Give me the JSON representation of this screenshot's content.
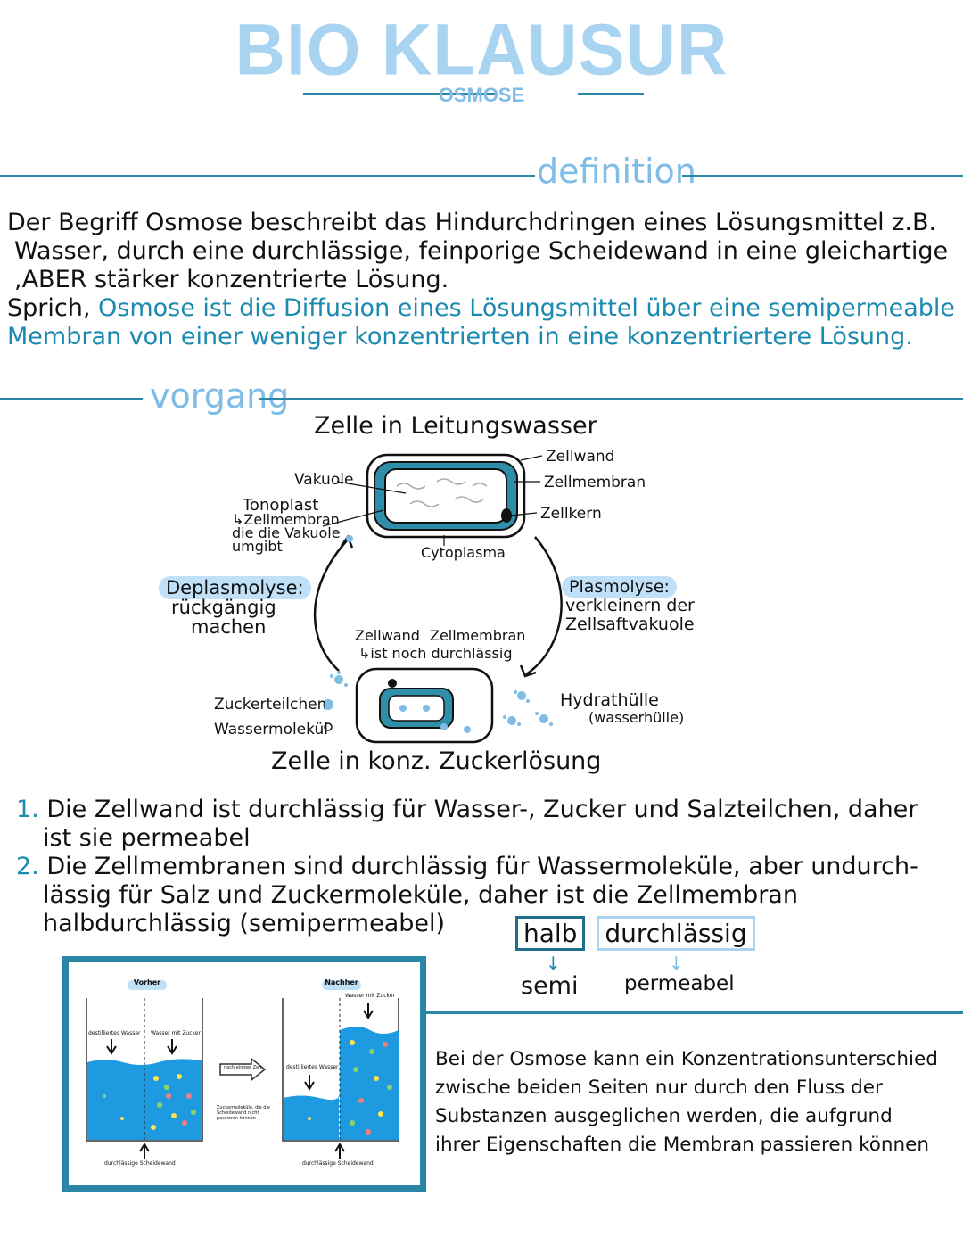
{
  "title": "BIO KLAUSUR",
  "subtitle": "OSMOSE",
  "definition": {
    "heading": "definition",
    "line1": "Der Begriff Osmose beschreibt das Hindurchdringen eines Lösungsmittel z.B.",
    "line2": "Wasser, durch eine durchlässige, feinporige Scheidewand in eine gleichartige",
    "line3": ",ABER stärker konzentrierte Lösung.",
    "line4_prefix": "Sprich,",
    "line4_teal": "Osmose ist die Diffusion eines Lösungsmittel über eine semipermeable",
    "line5_teal": "Membran von einer weniger konzentrierten in eine konzentriertere Lösung."
  },
  "vorgang": {
    "heading": "vorgang",
    "top_title": "Zelle in Leitungswasser",
    "bottom_title": "Zelle in konz. Zuckerlösung",
    "labels": {
      "vakuole": "Vakuole",
      "tonoplast": "Tonoplast",
      "tonoplast_desc1": "↳Zellmembran",
      "tonoplast_desc2": "die die Vakuole",
      "tonoplast_desc3": "umgibt",
      "zellwand": "Zellwand",
      "zellmembran": "Zellmembran",
      "zellkern": "Zellkern",
      "cytoplasma": "Cytoplasma",
      "deplasmolyse": "Deplasmolyse:",
      "deplasmolyse_desc1": "rückgängig",
      "deplasmolyse_desc2": "machen",
      "plasmolyse": "Plasmolyse:",
      "plasmolyse_desc1": "verkleinern der",
      "plasmolyse_desc2": "Zellsaftvakuole",
      "zellwand2": "Zellwand",
      "zellmembran2": "Zellmembran",
      "membran_note": "↳ist noch durchlässig",
      "zuckerteilchen": "Zuckerteilchen",
      "wassermolekuel": "Wassermolekül",
      "hydrathuelle": "Hydrathülle",
      "wasserhuelle": "(wasserhülle)"
    }
  },
  "points": {
    "n1": "1.",
    "p1_l1": "Die Zellwand ist durchlässig für Wasser-, Zucker und Salzteilchen, daher",
    "p1_l2": "ist sie permeabel",
    "n2": "2.",
    "p2_l1": "Die Zellmembranen sind durchlässig für Wassermoleküle, aber undurch-",
    "p2_l2": "lässig für Salz und Zuckermoleküle, daher ist die Zellmembran",
    "p2_l3": "halbdurchlässig (semipermeabel)"
  },
  "word_split": {
    "halb": "halb",
    "durchlaessig": "durchlässig",
    "semi": "semi",
    "permeabel": "permeabel"
  },
  "figure": {
    "vorher": "Vorher",
    "nachher": "Nachher",
    "dest_wasser": "destilliertes Wasser",
    "wasser_zucker": "Wasser mit Zucker",
    "nach_zeit": "nach einiger Zeit",
    "dest_wasser2": "destilliertes Wasser",
    "wasser_zucker2": "Wasser mit Zucker",
    "zuckermolekuele": "Zuckermoleküle, die die Scheidewand nicht passieren können",
    "scheidewand1": "durchlässige Scheidewand",
    "scheidewand2": "durchlässige Scheidewand"
  },
  "conclusion": {
    "l1": "Bei der Osmose kann ein Konzentrationsunterschied",
    "l2": "zwische beiden Seiten nur durch den Fluss der",
    "l3": "Substanzen ausgeglichen werden, die aufgrund",
    "l4": "ihrer Eigenschaften die Membran passieren können"
  },
  "colors": {
    "title": "#a8d4f2",
    "teal": "#1b8ab0",
    "line": "#2a86a6",
    "water": "#1e9be0"
  }
}
